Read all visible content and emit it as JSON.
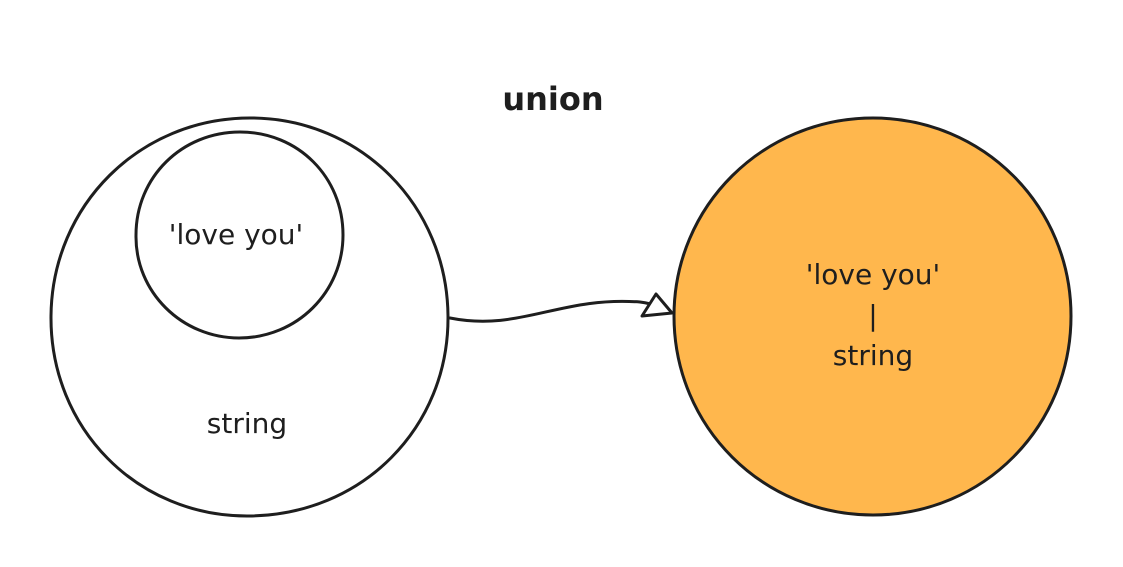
{
  "title": "union",
  "left_set": {
    "outer_label": "string",
    "inner_label": "'love you'"
  },
  "right_set": {
    "line1": "'love you'",
    "separator": "|",
    "line2": "string"
  },
  "colors": {
    "stroke": "#1e1e1e",
    "union_fill": "#ffb74d",
    "background": "#ffffff"
  }
}
